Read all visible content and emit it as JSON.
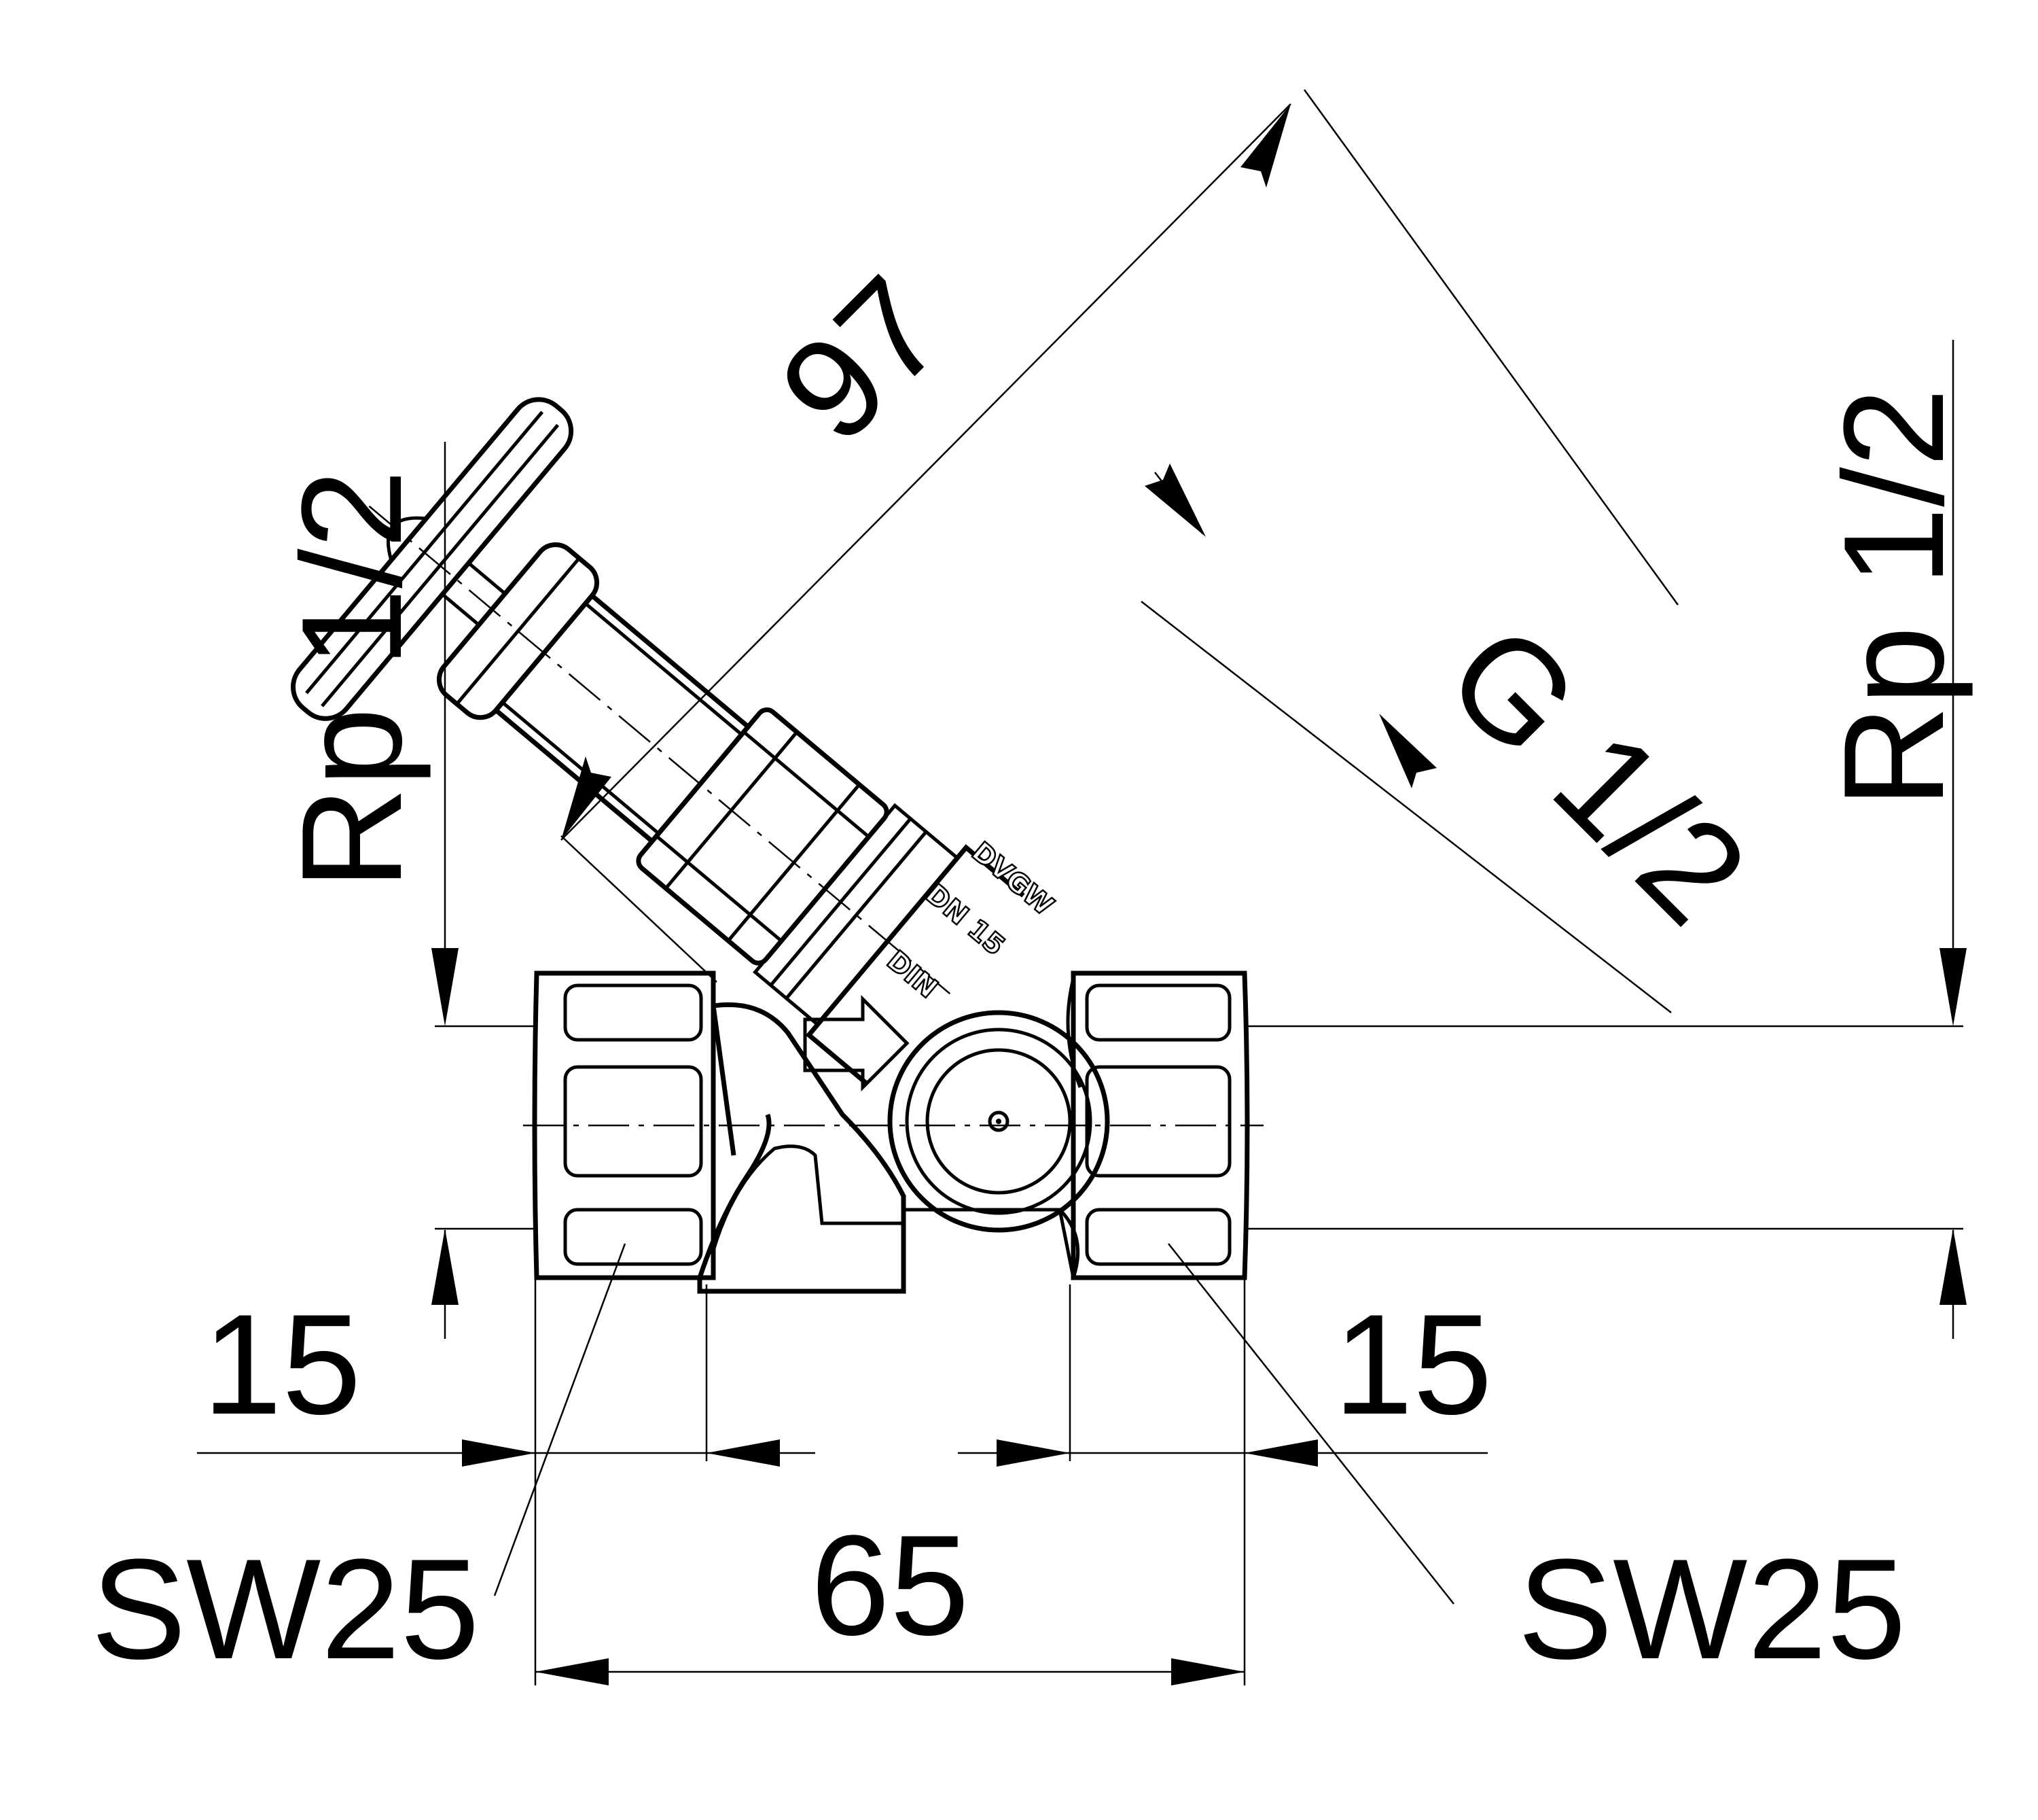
{
  "dimensions": {
    "overall_length": "97",
    "width": "65",
    "left_thread_length": "15",
    "right_thread_length": "15",
    "left_port_thread": "Rp 1/2",
    "right_port_thread": "Rp 1/2",
    "bonnet_thread": "G 1/2",
    "left_wrench_size": "SW25",
    "right_wrench_size": "SW25"
  },
  "body_markings": {
    "line1": "DVGW",
    "line2": "DN 15",
    "line3": "DIN"
  }
}
